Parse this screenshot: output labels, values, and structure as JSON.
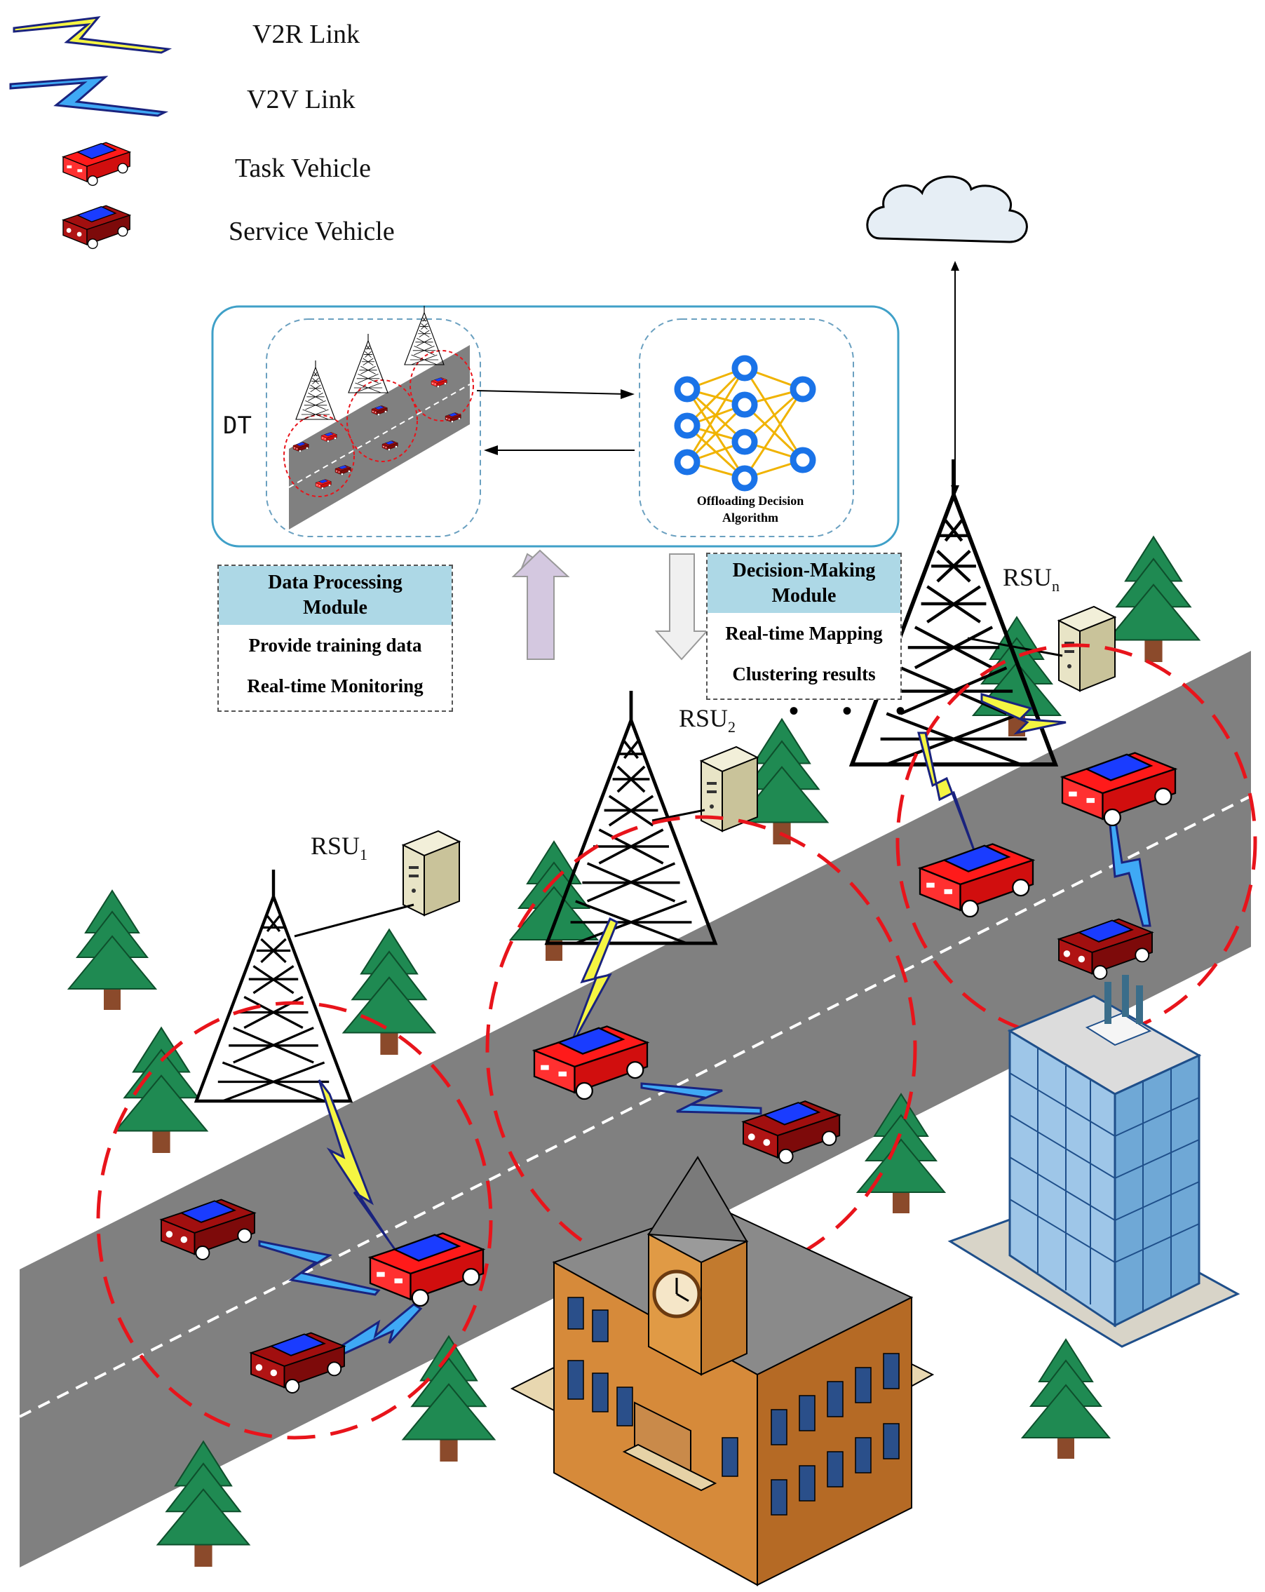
{
  "legend": {
    "v2r": {
      "label": "V2R Link",
      "color": "#f5f542"
    },
    "v2v": {
      "label": "V2V Link",
      "color": "#3fa9f5"
    },
    "task_vehicle": {
      "label": "Task Vehicle",
      "color": "#e8141b"
    },
    "service_vehicle": {
      "label": "Service Vehicle",
      "color": "#8b0a0a"
    }
  },
  "digital_twin": {
    "label": "DT",
    "algorithm_label_line1": "Offloading Decision",
    "algorithm_label_line2": "Algorithm"
  },
  "data_processing_module": {
    "title_line1": "Data Processing",
    "title_line2": "Module",
    "items": [
      "Provide training data",
      "Real-time Monitoring"
    ]
  },
  "decision_making_module": {
    "title_line1": "Decision-Making",
    "title_line2": "Module",
    "items": [
      "Real-time Mapping",
      "Clustering results"
    ]
  },
  "rsus": [
    {
      "name": "RSU",
      "sub": "1"
    },
    {
      "name": "RSU",
      "sub": "2"
    },
    {
      "name": "RSU",
      "sub": "n"
    }
  ],
  "ellipsis": "• • •",
  "colors": {
    "road": "#808080",
    "coverage": "#e8141b",
    "dt_border": "#3fa0c8",
    "module_header": "#add8e6",
    "tree": "#1f7a4a",
    "cloud": "#e6eef5"
  }
}
